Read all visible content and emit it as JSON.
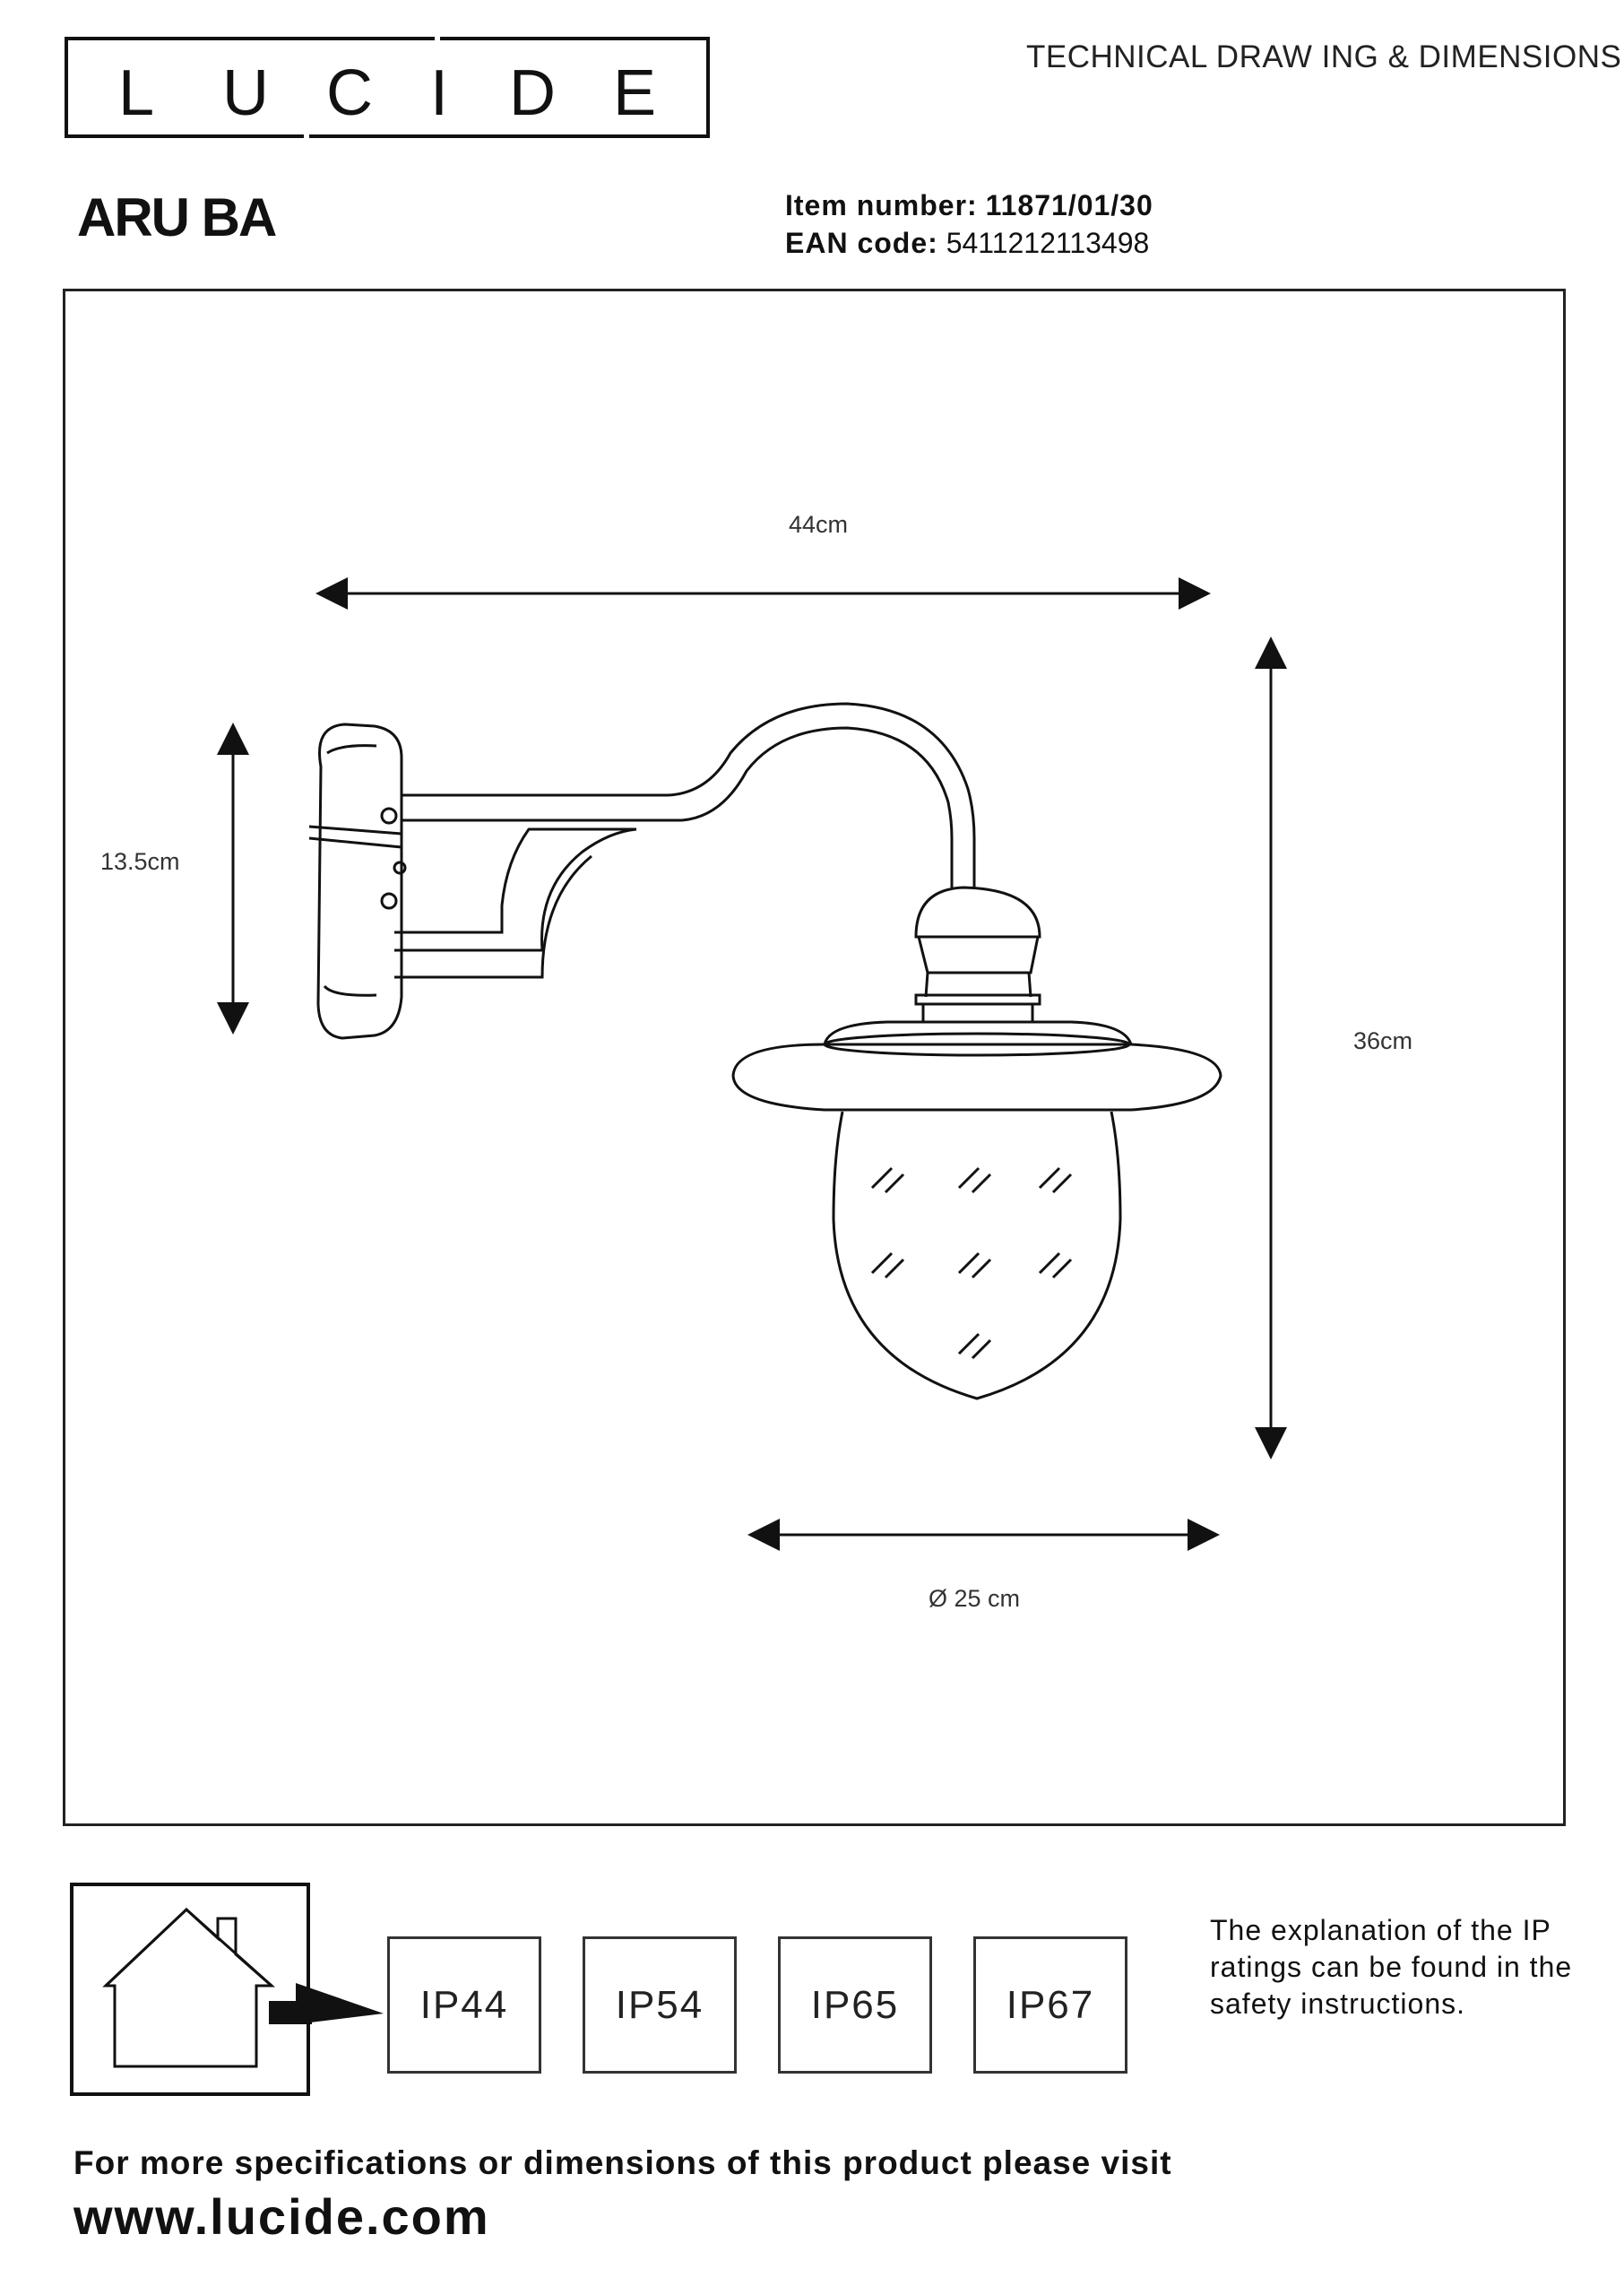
{
  "header": {
    "brand_letters": [
      "L",
      "U",
      "C",
      "I",
      "D",
      "E"
    ],
    "title": "TECHNICAL DRAW ING & DIMENSIONS"
  },
  "product": {
    "name": "ARU BA",
    "item_label": "Item number:",
    "item_number": "11871/01/30",
    "ean_label": "EAN code:",
    "ean_code": "5411212113498"
  },
  "dimensions": {
    "width": "44cm",
    "height": "36cm",
    "backplate": "13.5cm",
    "diameter": "Ø 25 cm"
  },
  "ip_ratings": {
    "icon": "house-arrow-icon",
    "items": [
      "IP44",
      "IP54",
      "IP65",
      "IP67"
    ],
    "note": "The explanation of the IP ratings can be found in the safety instructions."
  },
  "footer": {
    "text": "For more specifications or dimensions of this product please visit",
    "url": "www.lucide.com"
  }
}
